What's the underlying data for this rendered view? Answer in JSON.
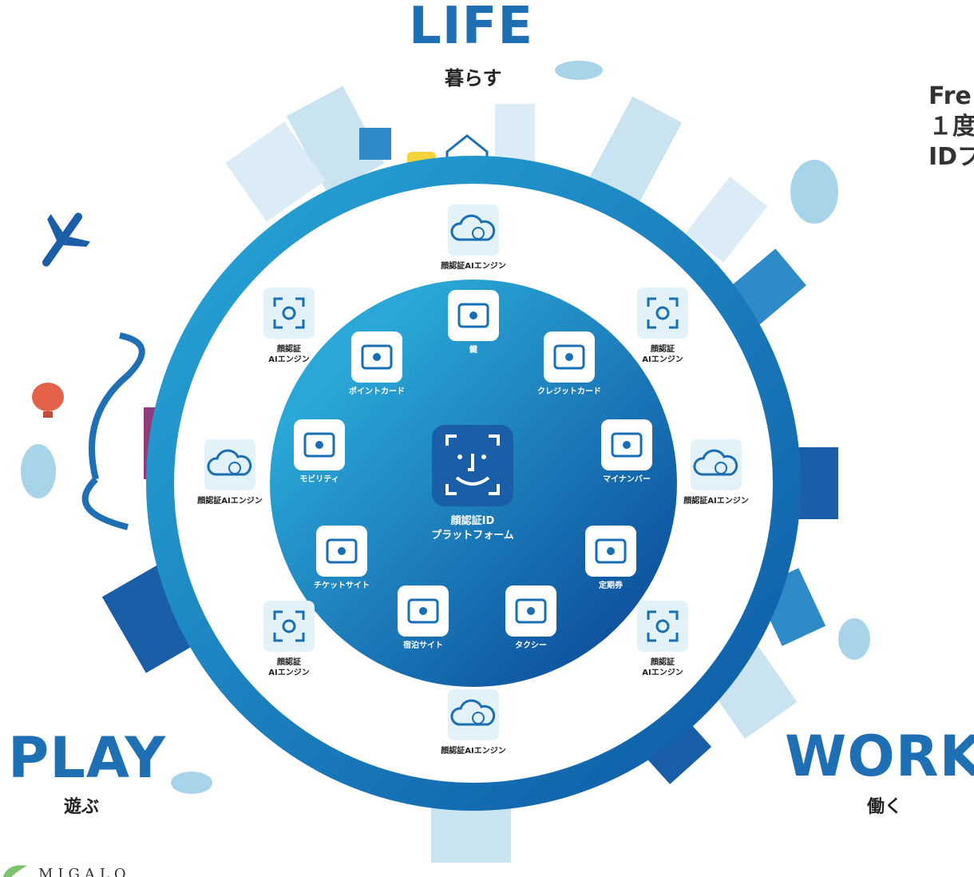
{
  "corners": {
    "life": {
      "title": "LIFE",
      "subtitle": "暮らす"
    },
    "play": {
      "title": "PLAY",
      "subtitle": "遊ぶ"
    },
    "work": {
      "title": "WORK",
      "subtitle": "働く"
    }
  },
  "side_text": [
    "Fre",
    "１度",
    "IDプ"
  ],
  "logo_text": "MIGALO",
  "center": {
    "line1": "顔認証ID",
    "line2": "プラットフォーム"
  },
  "inner_services": [
    "鍵",
    "クレジットカード",
    "マイナンバー",
    "定期券",
    "タクシー",
    "宿泊サイト",
    "チケットサイト",
    "モビリティ",
    "ポイントカード"
  ],
  "engines": [
    {
      "line1": "顔認証AIエンジン",
      "line2": "",
      "icon": "cloud-face-icon"
    },
    {
      "line1": "顔認証",
      "line2": "AIエンジン",
      "icon": "face-scan-icon"
    },
    {
      "line1": "顔認証AIエンジン",
      "line2": "",
      "icon": "cloud-face-icon"
    },
    {
      "line1": "顔認証",
      "line2": "AIエンジン",
      "icon": "face-scan-icon"
    },
    {
      "line1": "顔認証AIエンジン",
      "line2": "",
      "icon": "cloud-face-icon"
    },
    {
      "line1": "顔認証",
      "line2": "AIエンジン",
      "icon": "face-scan-icon"
    },
    {
      "line1": "顔認証AIエンジン",
      "line2": "",
      "icon": "cloud-face-icon"
    },
    {
      "line1": "顔認証",
      "line2": "AIエンジン",
      "icon": "face-scan-icon"
    }
  ],
  "colors": {
    "ring": "#1a8fc9",
    "ring_dark": "#0e5aa6",
    "inner_dark": "#0d4e9c",
    "inner_light": "#2aa7d6",
    "accent": "#1f6fb4",
    "cloud": "#a8d4ea"
  }
}
